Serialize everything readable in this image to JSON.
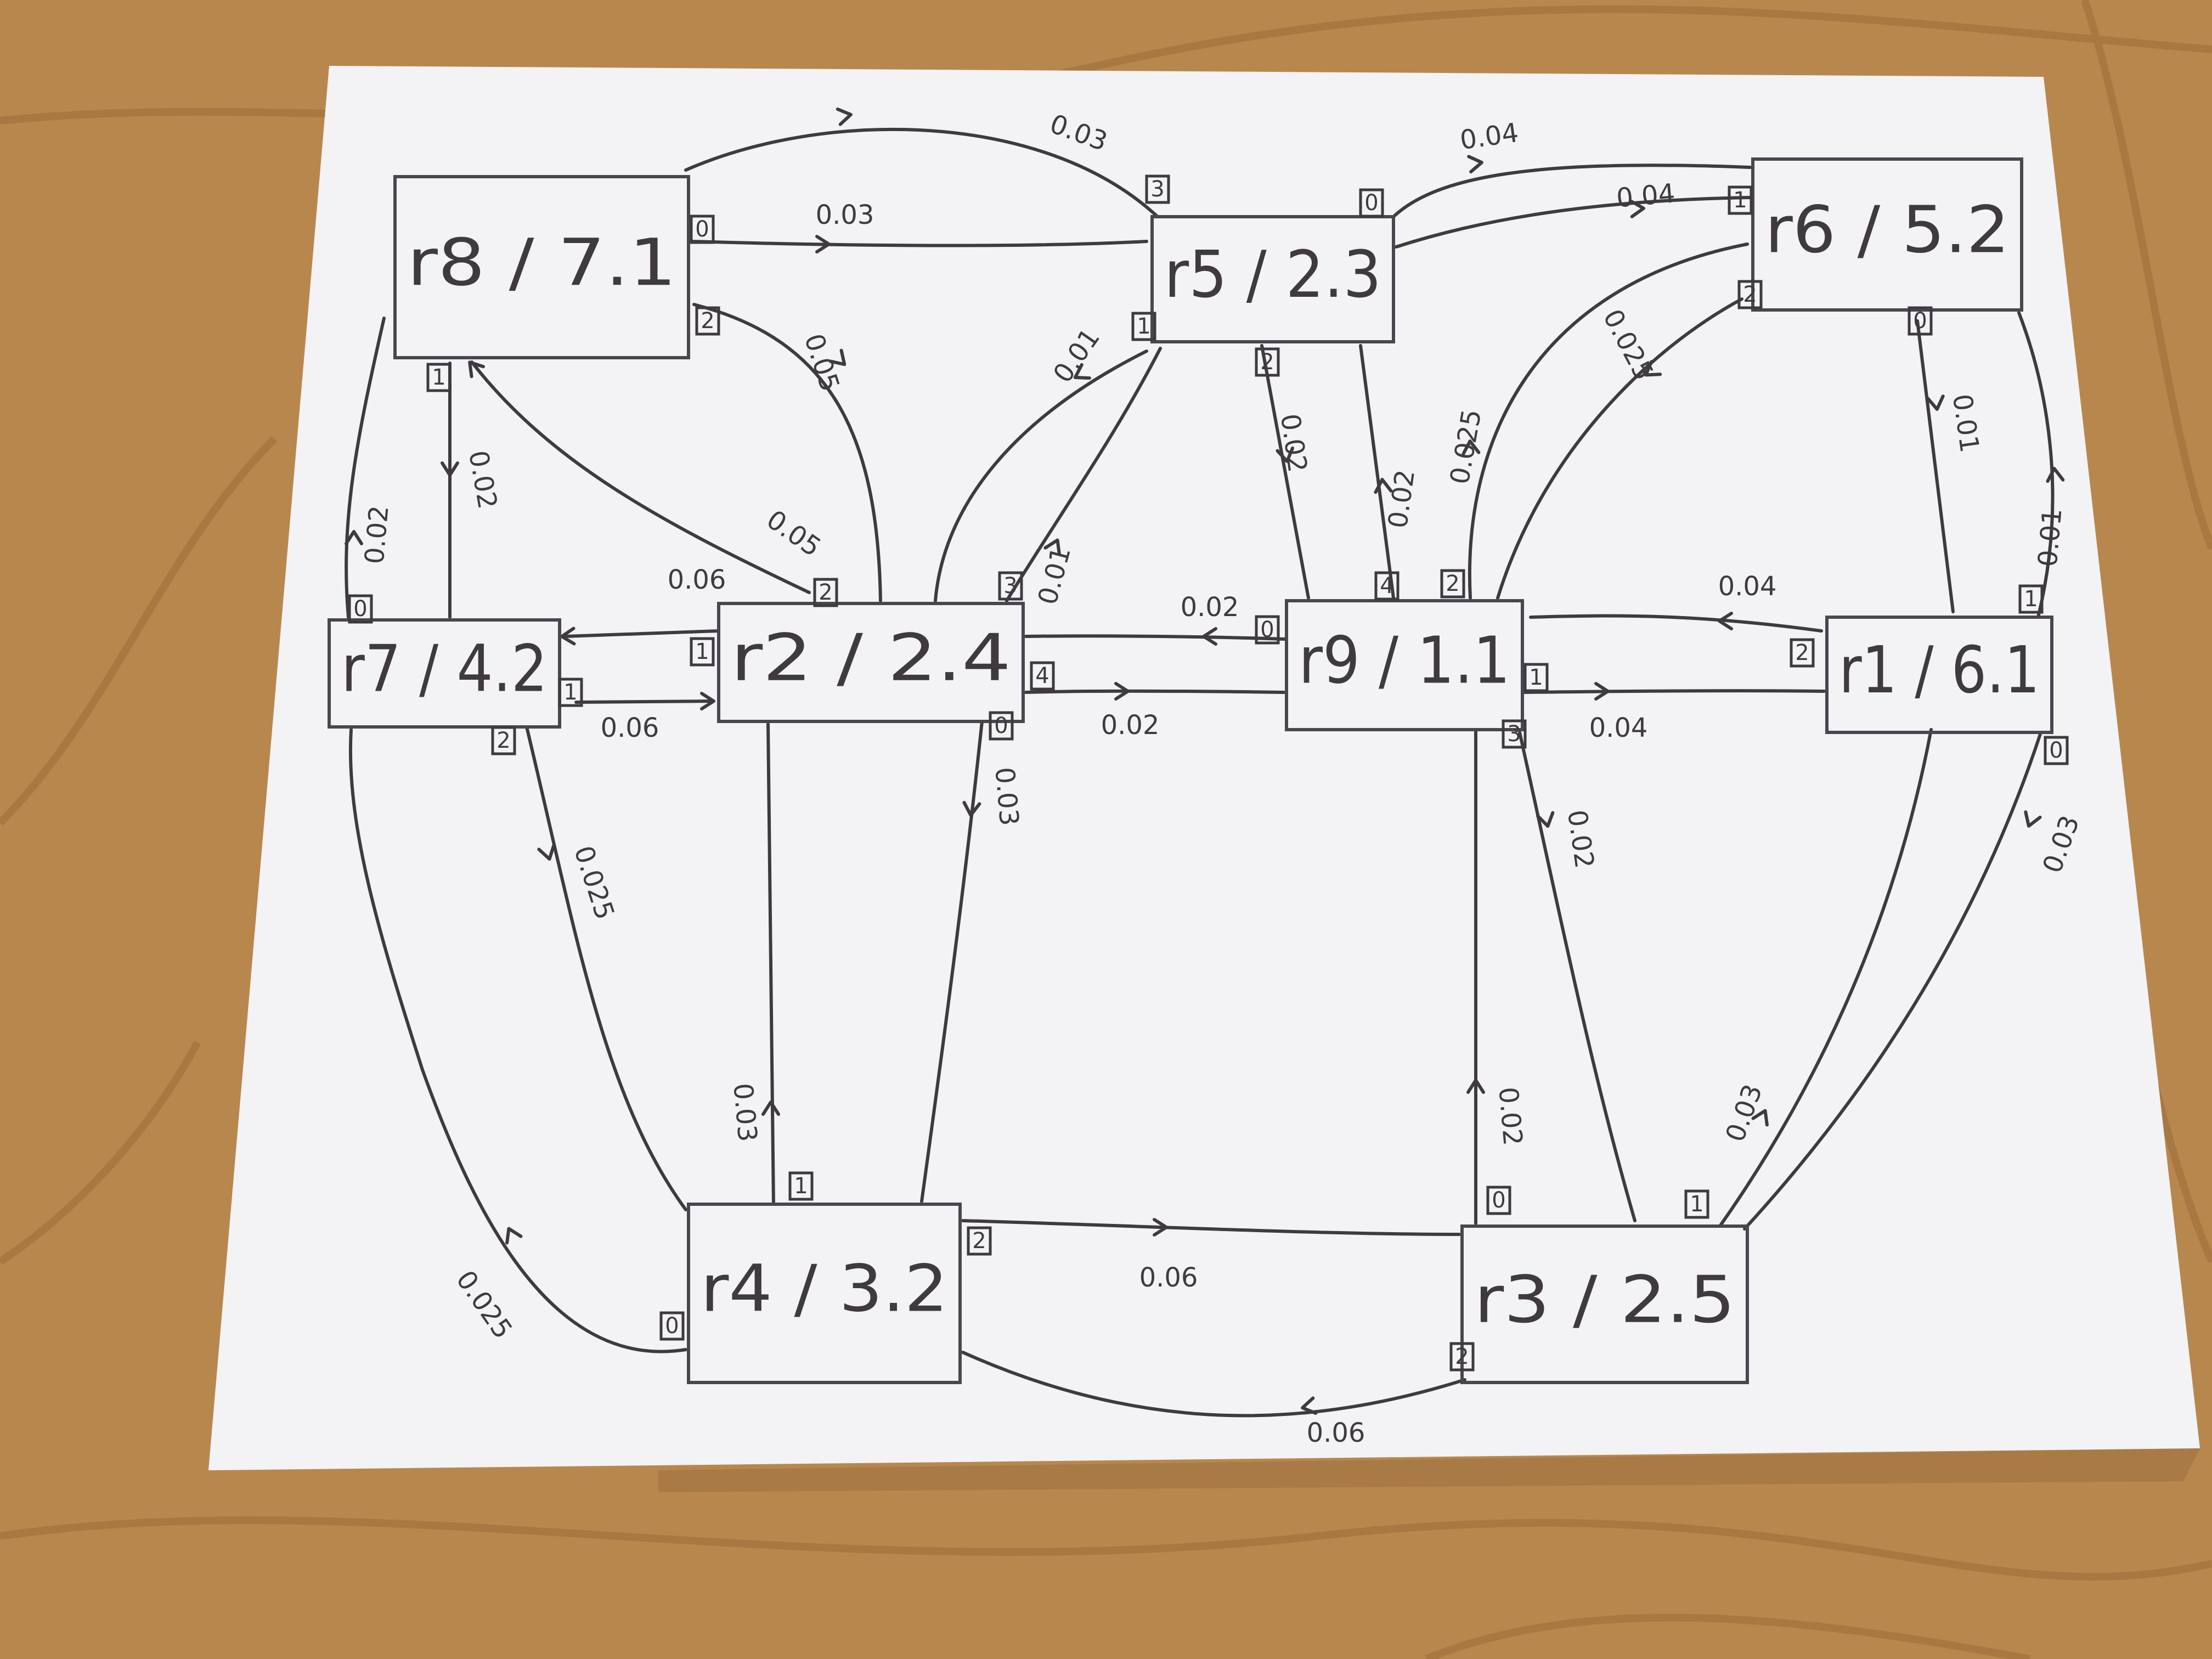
{
  "nodes": [
    {
      "id": "r8",
      "label": "r8 / 7.1"
    },
    {
      "id": "r5",
      "label": "r5 / 2.3"
    },
    {
      "id": "r6",
      "label": "r6 /  5.2"
    },
    {
      "id": "r7",
      "label": "r7 / 4.2"
    },
    {
      "id": "r2",
      "label": "r2 / 2.4"
    },
    {
      "id": "r9",
      "label": "r9 / 1.1"
    },
    {
      "id": "r1",
      "label": "r1  / 6.1"
    },
    {
      "id": "r4",
      "label": "r4 / 3.2"
    },
    {
      "id": "r3",
      "label": "r3 / 2.5"
    }
  ],
  "ports": [
    {
      "node": "r8",
      "label": "0"
    },
    {
      "node": "r8",
      "label": "2"
    },
    {
      "node": "r8",
      "label": "1"
    },
    {
      "node": "r5",
      "label": "3"
    },
    {
      "node": "r5",
      "label": "0"
    },
    {
      "node": "r5",
      "label": "1"
    },
    {
      "node": "r5",
      "label": "2"
    },
    {
      "node": "r6",
      "label": "1"
    },
    {
      "node": "r6",
      "label": "2"
    },
    {
      "node": "r6",
      "label": "0"
    },
    {
      "node": "r7",
      "label": "0"
    },
    {
      "node": "r7",
      "label": "1"
    },
    {
      "node": "r7",
      "label": "2"
    },
    {
      "node": "r2",
      "label": "2"
    },
    {
      "node": "r2",
      "label": "3"
    },
    {
      "node": "r2",
      "label": "1"
    },
    {
      "node": "r2",
      "label": "4"
    },
    {
      "node": "r2",
      "label": "0"
    },
    {
      "node": "r9",
      "label": "0"
    },
    {
      "node": "r9",
      "label": "4"
    },
    {
      "node": "r9",
      "label": "2"
    },
    {
      "node": "r9",
      "label": "1"
    },
    {
      "node": "r9",
      "label": "3"
    },
    {
      "node": "r1",
      "label": "2"
    },
    {
      "node": "r1",
      "label": "1"
    },
    {
      "node": "r1",
      "label": "0"
    },
    {
      "node": "r4",
      "label": "1"
    },
    {
      "node": "r4",
      "label": "2"
    },
    {
      "node": "r4",
      "label": "0"
    },
    {
      "node": "r3",
      "label": "0"
    },
    {
      "node": "r3",
      "label": "1"
    },
    {
      "node": "r3",
      "label": "2"
    }
  ],
  "edges": [
    {
      "from": "r5",
      "to": "r8",
      "label": "0.03"
    },
    {
      "from": "r8",
      "to": "r5",
      "label": "0.03"
    },
    {
      "from": "r5",
      "to": "r6",
      "label": "0.04"
    },
    {
      "from": "r6",
      "to": "r5",
      "label": "0.04"
    },
    {
      "from": "r8",
      "to": "r2",
      "label": "0.05"
    },
    {
      "from": "r2",
      "to": "r8",
      "label": "0.05"
    },
    {
      "from": "r8",
      "to": "r7",
      "label": "0.02"
    },
    {
      "from": "r7",
      "to": "r8",
      "label": "0.02"
    },
    {
      "from": "r5",
      "to": "r2",
      "label": "0.01"
    },
    {
      "from": "r2",
      "to": "r5",
      "label": "0.01"
    },
    {
      "from": "r5",
      "to": "r9",
      "label": "0.02"
    },
    {
      "from": "r9",
      "to": "r5",
      "label": "0.02"
    },
    {
      "from": "r6",
      "to": "r9",
      "label": "0.025"
    },
    {
      "from": "r9",
      "to": "r6",
      "label": "0.025"
    },
    {
      "from": "r6",
      "to": "r1",
      "label": "0.01"
    },
    {
      "from": "r1",
      "to": "r6",
      "label": "0.01"
    },
    {
      "from": "r2",
      "to": "r7",
      "label": "0.06"
    },
    {
      "from": "r7",
      "to": "r2",
      "label": "0.06"
    },
    {
      "from": "r9",
      "to": "r2",
      "label": "0.02"
    },
    {
      "from": "r2",
      "to": "r9",
      "label": "0.02"
    },
    {
      "from": "r1",
      "to": "r9",
      "label": "0.04"
    },
    {
      "from": "r9",
      "to": "r1",
      "label": "0.04"
    },
    {
      "from": "r7",
      "to": "r4",
      "label": "0.025"
    },
    {
      "from": "r4",
      "to": "r7",
      "label": "0.025"
    },
    {
      "from": "r2",
      "to": "r4",
      "label": "0.03"
    },
    {
      "from": "r4",
      "to": "r2",
      "label": "0.03"
    },
    {
      "from": "r9",
      "to": "r3",
      "label": "0.02"
    },
    {
      "from": "r3",
      "to": "r9",
      "label": "0.02"
    },
    {
      "from": "r1",
      "to": "r3",
      "label": "0.03"
    },
    {
      "from": "r3",
      "to": "r1",
      "label": "0.03"
    },
    {
      "from": "r4",
      "to": "r3",
      "label": "0.06"
    },
    {
      "from": "r3",
      "to": "r4",
      "label": "0.06"
    }
  ],
  "colors": {
    "table": "#b8874e",
    "paper": "#f3f3f5",
    "pencil": "#3e3a40"
  }
}
